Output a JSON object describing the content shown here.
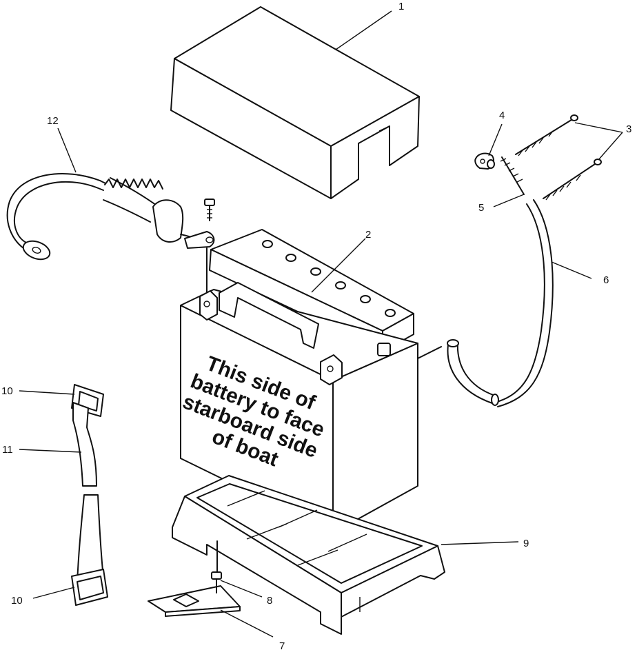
{
  "battery_label": {
    "lines": [
      "This side of",
      "battery to face",
      "starboard side",
      "of boat"
    ]
  },
  "callouts": {
    "c1": "1",
    "c2": "2",
    "c3": "3",
    "c4": "4",
    "c5": "5",
    "c6": "6",
    "c7": "7",
    "c8": "8",
    "c9": "9",
    "c10a": "10",
    "c10b": "10",
    "c11": "11",
    "c12": "12"
  }
}
